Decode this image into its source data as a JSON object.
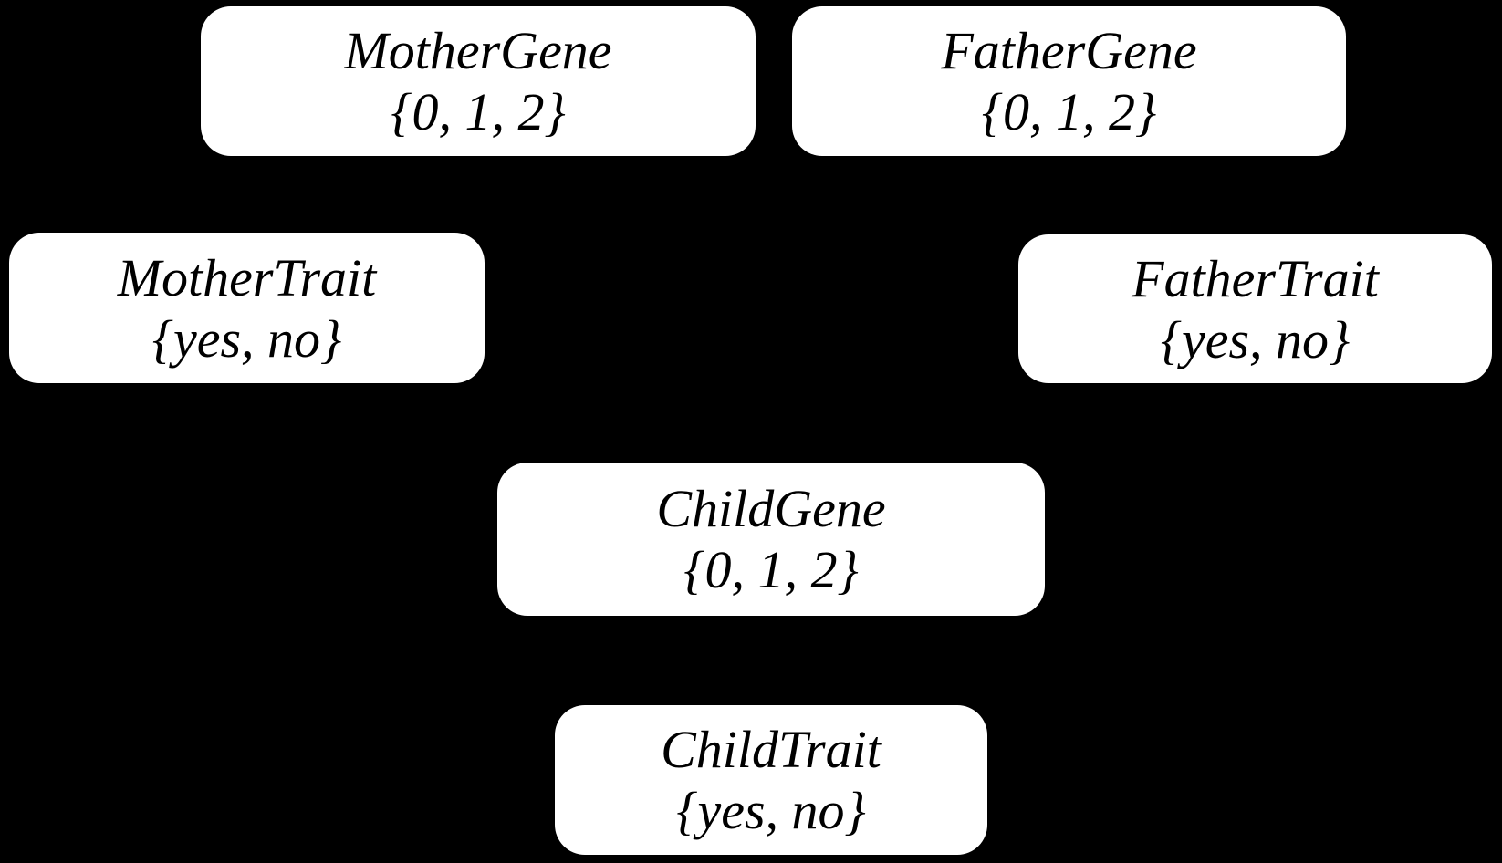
{
  "diagram": {
    "type": "bayesian-network",
    "background_color": "#000000",
    "node_fill_color": "#ffffff",
    "node_text_color": "#000000",
    "nodes": [
      {
        "id": "mother-gene",
        "name": "MotherGene",
        "values": "{0, 1, 2}"
      },
      {
        "id": "father-gene",
        "name": "FatherGene",
        "values": "{0, 1, 2}"
      },
      {
        "id": "mother-trait",
        "name": "MotherTrait",
        "values": "{yes, no}"
      },
      {
        "id": "father-trait",
        "name": "FatherTrait",
        "values": "{yes, no}"
      },
      {
        "id": "child-gene",
        "name": "ChildGene",
        "values": "{0, 1, 2}"
      },
      {
        "id": "child-trait",
        "name": "ChildTrait",
        "values": "{yes, no}"
      }
    ]
  }
}
